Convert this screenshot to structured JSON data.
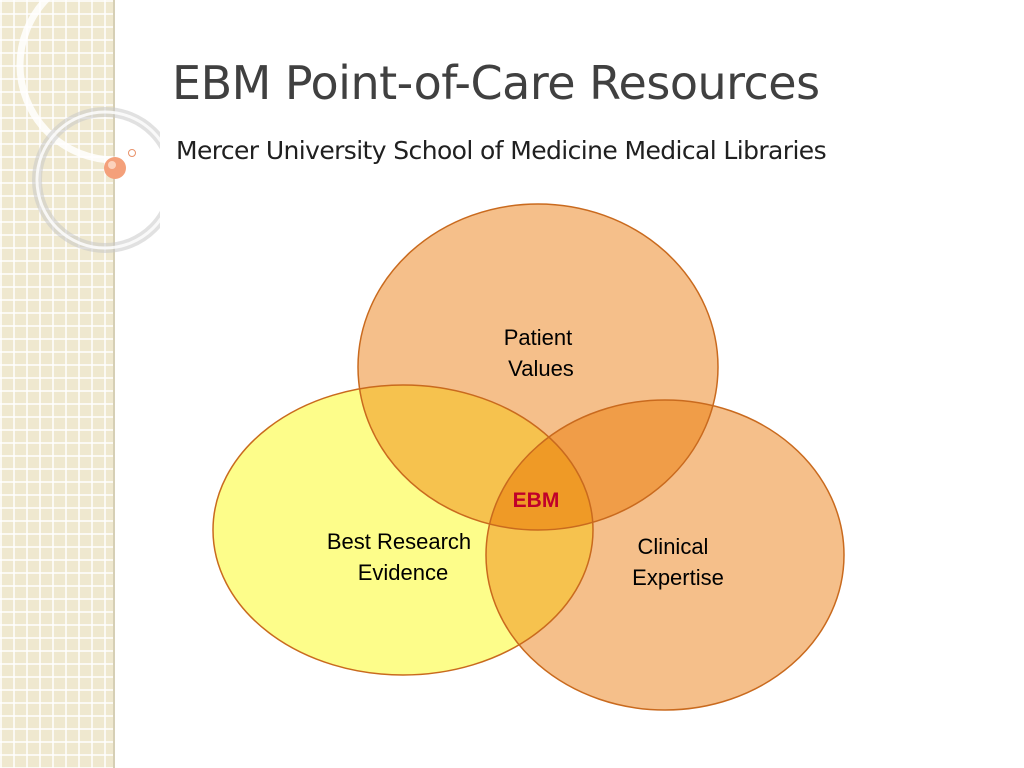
{
  "slide": {
    "title": "EBM Point-of-Care Resources",
    "subtitle": "Mercer University School of Medicine Medical Libraries"
  },
  "diagram": {
    "type": "venn",
    "circles": [
      {
        "id": "patient",
        "label_lines": [
          "Patient",
          "Values"
        ],
        "color": "#f5bf8a"
      },
      {
        "id": "research",
        "label_lines": [
          "Best Research",
          "Evidence"
        ],
        "color": "#fdfd8a"
      },
      {
        "id": "clinical",
        "label_lines": [
          "Clinical",
          "Expertise"
        ],
        "color": "#f5bf8a"
      }
    ],
    "center_label": "EBM",
    "colors": {
      "outline": "#c96a1e",
      "overlap_patient_research": "#f6c24e",
      "overlap_patient_clinical": "#f09d48",
      "overlap_research_clinical": "#f6c24e",
      "center": "#ef9a26",
      "center_label": "#c0002a"
    }
  },
  "theme": {
    "sidebar": "#efe8cf",
    "accent": "#f4a07a",
    "title_color": "#404040"
  }
}
